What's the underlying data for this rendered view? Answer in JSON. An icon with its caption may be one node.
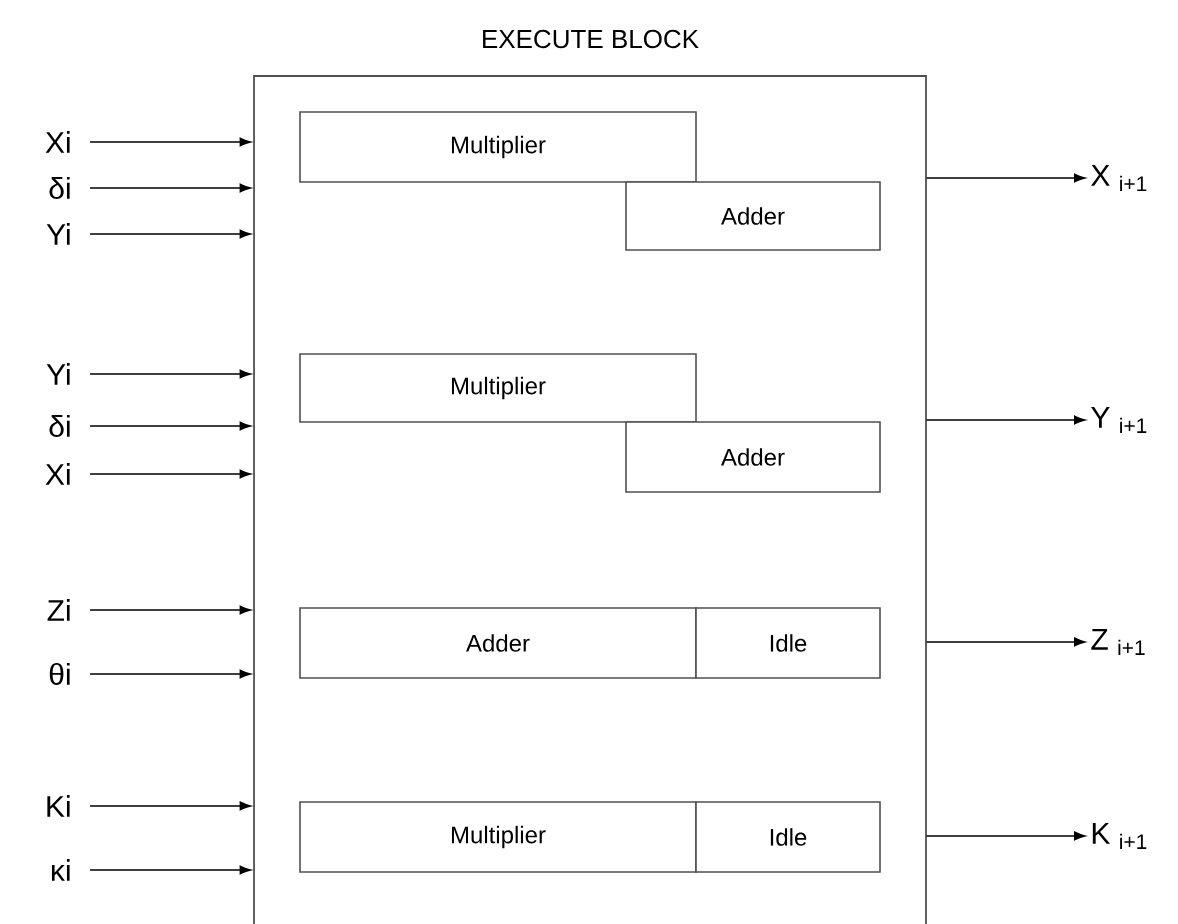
{
  "diagram": {
    "nodes": [
      {
        "text": [
          "EXECUTE BLOCK"
        ]
      },
      {
        "text": [
          "Multiplier"
        ],
        "in": 0
      },
      {
        "text": [
          "Adder"
        ],
        "in": 0
      },
      {
        "text": [
          "Multiplier"
        ],
        "in": 0
      },
      {
        "text": [
          "Adder"
        ],
        "in": 0
      },
      {
        "text": [
          "Adder"
        ],
        "in": 0
      },
      {
        "text": [
          "Idle"
        ],
        "in": 0
      },
      {
        "text": [
          "Multiplier"
        ],
        "in": 0
      },
      {
        "text": [
          "Idle"
        ],
        "in": 0
      },
      {
        "text": [
          "Xi"
        ]
      },
      {
        "text": [
          "δi"
        ]
      },
      {
        "text": [
          "Yi"
        ]
      },
      {
        "text": [
          "Yi"
        ]
      },
      {
        "text": [
          "δi"
        ]
      },
      {
        "text": [
          "Xi"
        ]
      },
      {
        "text": [
          "Zi"
        ]
      },
      {
        "text": [
          "θi"
        ]
      },
      {
        "text": [
          "Ki"
        ]
      },
      {
        "text": [
          "κi"
        ]
      },
      {
        "text": [
          "X $_{i+1}$"
        ]
      },
      {
        "text": [
          "Y $_{i+1}$"
        ]
      },
      {
        "text": [
          "Z $_{i+1}$"
        ]
      },
      {
        "text": [
          "K $_{i+1}$"
        ]
      }
    ],
    "edges": [
      {
        "from": 9,
        "to": 0,
        "arrow": "to"
      },
      {
        "from": 10,
        "to": 0,
        "arrow": "to"
      },
      {
        "from": 11,
        "to": 0,
        "arrow": "to"
      },
      {
        "from": 12,
        "to": 0,
        "arrow": "to"
      },
      {
        "from": 13,
        "to": 0,
        "arrow": "to"
      },
      {
        "from": 14,
        "to": 0,
        "arrow": "to"
      },
      {
        "from": 15,
        "to": 0,
        "arrow": "to"
      },
      {
        "from": 16,
        "to": 0,
        "arrow": "to"
      },
      {
        "from": 17,
        "to": 0,
        "arrow": "to"
      },
      {
        "from": 18,
        "to": 0,
        "arrow": "to"
      },
      {
        "from": 0,
        "to": 19,
        "arrow": "to"
      },
      {
        "from": 0,
        "to": 20,
        "arrow": "to"
      },
      {
        "from": 0,
        "to": 21,
        "arrow": "to"
      },
      {
        "from": 0,
        "to": 22,
        "arrow": "to"
      }
    ]
  }
}
